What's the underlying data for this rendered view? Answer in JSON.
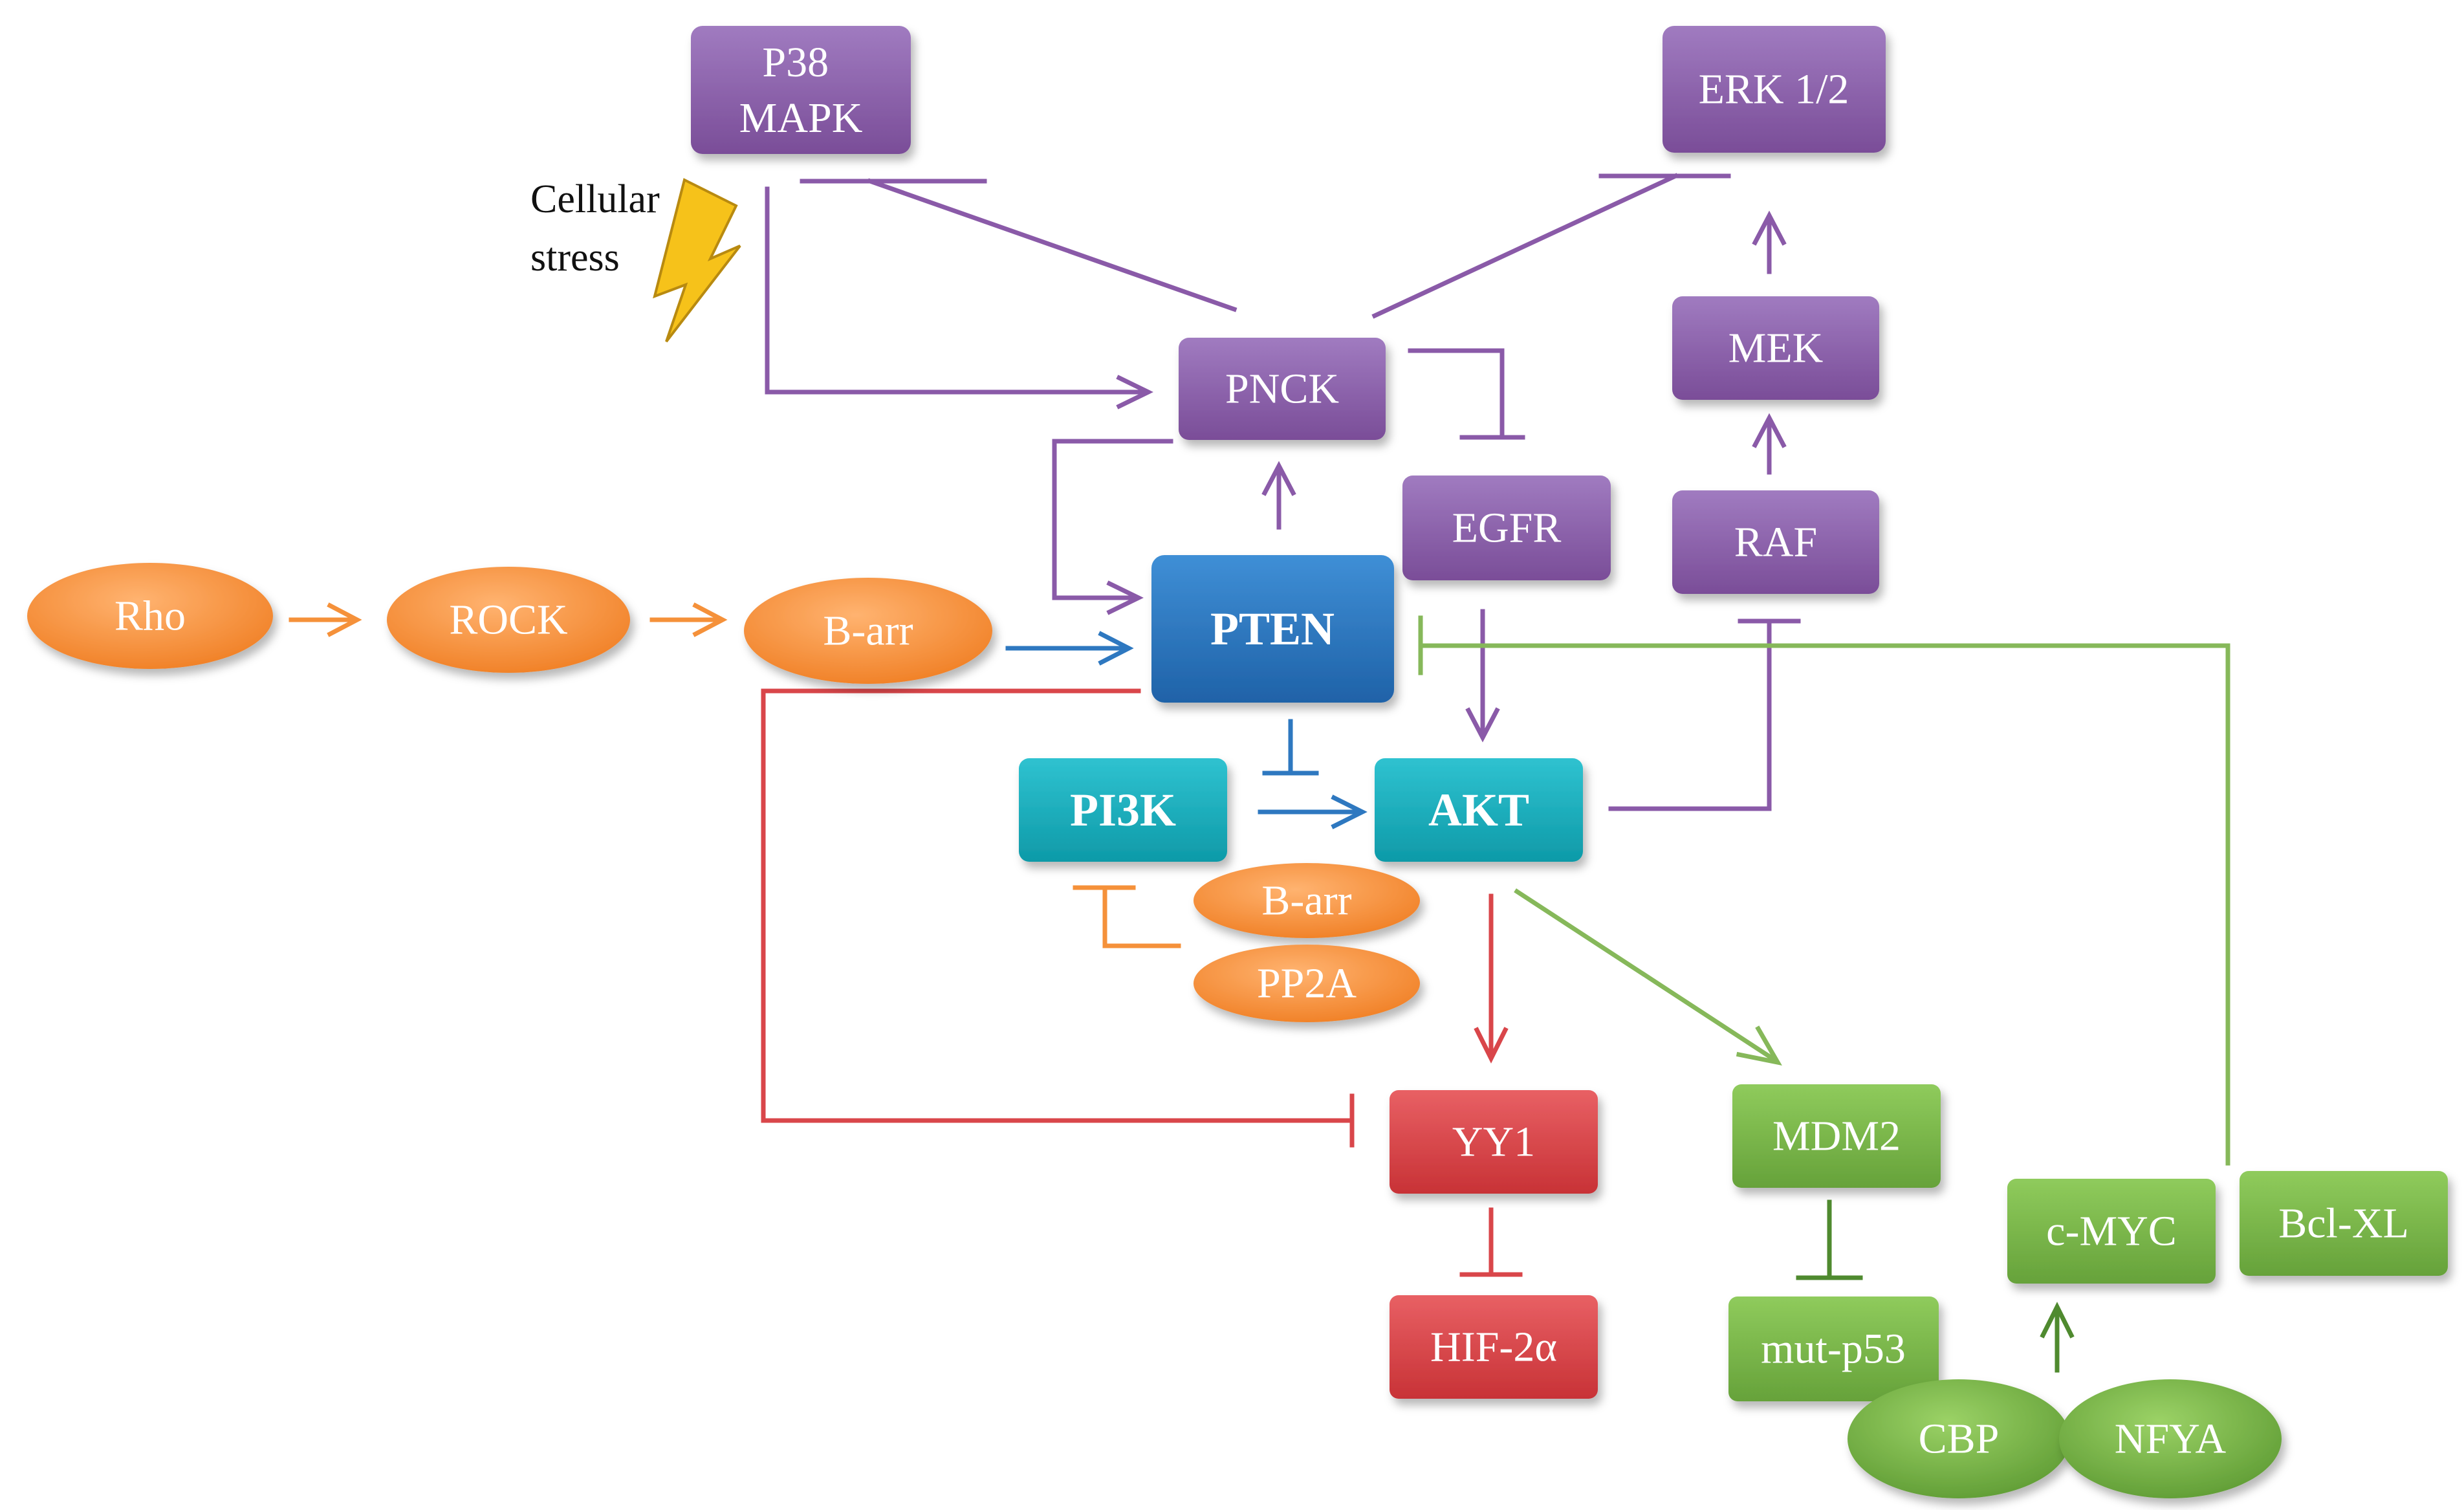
{
  "nodes": {
    "p38": [
      "P38",
      "MAPK"
    ],
    "erk": "ERK 1/2",
    "pnck": "PNCK",
    "mek": "MEK",
    "egfr": "EGFR",
    "raf": "RAF",
    "pten": "PTEN",
    "rho": "Rho",
    "rock": "ROCK",
    "barr_left": "B-arr",
    "pi3k": "PI3K",
    "akt": "AKT",
    "barr_small": "B-arr",
    "pp2a": "PP2A",
    "yy1": "YY1",
    "hif": "HIF-2α",
    "mdm2": "MDM2",
    "mutp53": "mut-p53",
    "cmyc": "c-MYC",
    "bclxl": "Bcl-XL",
    "cbp": "CBP",
    "nfya": "NFYA"
  },
  "annotation": [
    "Cellular",
    "stress"
  ],
  "icons": {
    "stress": "lightning-bolt-icon"
  },
  "colors": {
    "purple": "#8a5aa8",
    "blue": "#2e78c0",
    "teal": "#17aebd",
    "orange": "#f5913a",
    "red": "#d9464a",
    "green": "#7ab648",
    "dark_green": "#4f8a2f",
    "line_purple": "#8a5aa8",
    "line_blue": "#2e78c0",
    "line_orange": "#f5913a",
    "line_red": "#d9464a",
    "line_green": "#86b85a"
  }
}
